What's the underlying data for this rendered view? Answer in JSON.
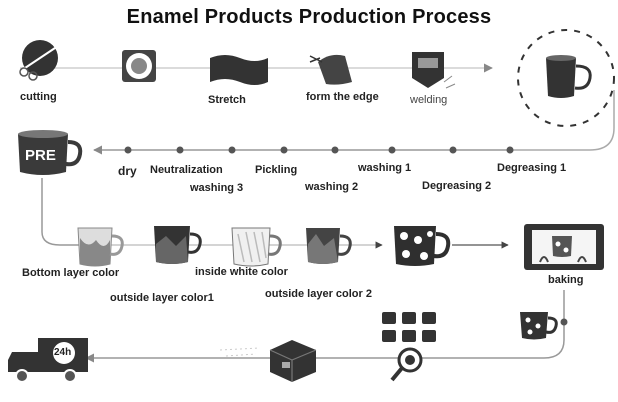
{
  "title": "Enamel Products Production Process",
  "stages": {
    "cutting": "cutting",
    "stretch": "Stretch",
    "form_edge": "form the edge",
    "welding": "welding",
    "dry": "dry",
    "neutralization": "Neutralization",
    "washing3": "washing 3",
    "pickling": "Pickling",
    "washing2": "washing 2",
    "washing1": "washing 1",
    "degreasing2": "Degreasing 2",
    "degreasing1": "Degreasing 1",
    "bottom_layer": "Bottom layer color",
    "outside_layer1": "outside layer color1",
    "inside_white": "inside white color",
    "outside_layer2": "outside layer color 2",
    "baking": "baking"
  },
  "badges": {
    "pre": "PRE",
    "delivery": "24h"
  }
}
